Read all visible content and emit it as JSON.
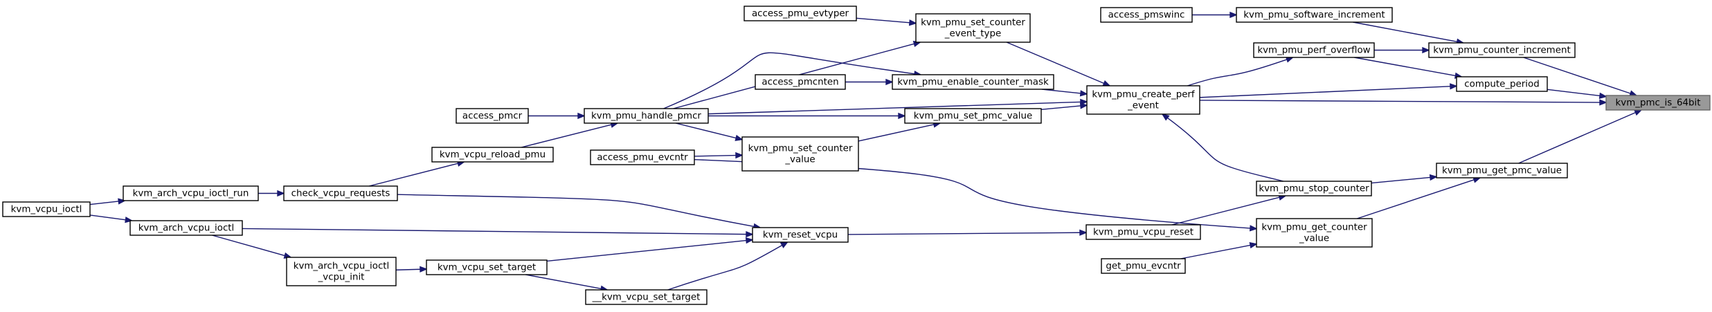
{
  "graph": {
    "kind": "caller-graph",
    "target": "kvm_pmc_is_64bit",
    "nodes": {
      "kvm_pmc_is_64bit": [
        "kvm_pmc_is_64bit"
      ],
      "kvm_pmu_counter_increment": [
        "kvm_pmu_counter_increment"
      ],
      "compute_period": [
        "compute_period"
      ],
      "kvm_pmu_create_perf_event": [
        "kvm_pmu_create_perf",
        "_event"
      ],
      "kvm_pmu_get_pmc_value": [
        "kvm_pmu_get_pmc_value"
      ],
      "kvm_pmu_software_increment": [
        "kvm_pmu_software_increment"
      ],
      "kvm_pmu_perf_overflow": [
        "kvm_pmu_perf_overflow"
      ],
      "access_pmswinc": [
        "access_pmswinc"
      ],
      "kvm_pmu_set_counter_event_type": [
        "kvm_pmu_set_counter",
        "_event_type"
      ],
      "kvm_pmu_enable_counter_mask": [
        "kvm_pmu_enable_counter_mask"
      ],
      "kvm_pmu_set_pmc_value": [
        "kvm_pmu_set_pmc_value"
      ],
      "kvm_pmu_stop_counter": [
        "kvm_pmu_stop_counter"
      ],
      "access_pmu_evtyper": [
        "access_pmu_evtyper"
      ],
      "access_pmcnten": [
        "access_pmcnten"
      ],
      "kvm_pmu_handle_pmcr": [
        "kvm_pmu_handle_pmcr"
      ],
      "kvm_pmu_set_counter_value": [
        "kvm_pmu_set_counter",
        "_value"
      ],
      "access_pmcr": [
        "access_pmcr"
      ],
      "kvm_vcpu_reload_pmu": [
        "kvm_vcpu_reload_pmu"
      ],
      "check_vcpu_requests": [
        "check_vcpu_requests"
      ],
      "kvm_arch_vcpu_ioctl_run": [
        "kvm_arch_vcpu_ioctl_run"
      ],
      "kvm_vcpu_ioctl": [
        "kvm_vcpu_ioctl"
      ],
      "access_pmu_evcntr": [
        "access_pmu_evcntr"
      ],
      "kvm_pmu_get_counter_value": [
        "kvm_pmu_get_counter",
        "_value"
      ],
      "kvm_pmu_vcpu_reset": [
        "kvm_pmu_vcpu_reset"
      ],
      "get_pmu_evcntr": [
        "get_pmu_evcntr"
      ],
      "kvm_reset_vcpu": [
        "kvm_reset_vcpu"
      ],
      "kvm_arch_vcpu_ioctl": [
        "kvm_arch_vcpu_ioctl"
      ],
      "kvm_vcpu_set_target": [
        "kvm_vcpu_set_target"
      ],
      "__kvm_vcpu_set_target": [
        "__kvm_vcpu_set_target"
      ],
      "kvm_arch_vcpu_ioctl_vcpu_init": [
        "kvm_arch_vcpu_ioctl",
        "_vcpu_init"
      ]
    },
    "edges": [
      [
        "kvm_pmu_counter_increment",
        "kvm_pmc_is_64bit"
      ],
      [
        "compute_period",
        "kvm_pmc_is_64bit"
      ],
      [
        "kvm_pmu_create_perf_event",
        "kvm_pmc_is_64bit"
      ],
      [
        "kvm_pmu_get_pmc_value",
        "kvm_pmc_is_64bit"
      ],
      [
        "kvm_pmu_software_increment",
        "kvm_pmu_counter_increment"
      ],
      [
        "kvm_pmu_perf_overflow",
        "kvm_pmu_counter_increment"
      ],
      [
        "access_pmswinc",
        "kvm_pmu_software_increment"
      ],
      [
        "kvm_pmu_create_perf_event",
        "kvm_pmu_perf_overflow"
      ],
      [
        "kvm_pmu_perf_overflow",
        "compute_period"
      ],
      [
        "kvm_pmu_create_perf_event",
        "compute_period"
      ],
      [
        "kvm_pmu_set_counter_event_type",
        "kvm_pmu_create_perf_event"
      ],
      [
        "kvm_pmu_enable_counter_mask",
        "kvm_pmu_create_perf_event"
      ],
      [
        "kvm_pmu_handle_pmcr",
        "kvm_pmu_create_perf_event"
      ],
      [
        "kvm_pmu_set_pmc_value",
        "kvm_pmu_create_perf_event"
      ],
      [
        "kvm_pmu_stop_counter",
        "kvm_pmu_create_perf_event"
      ],
      [
        "access_pmu_evtyper",
        "kvm_pmu_set_counter_event_type"
      ],
      [
        "kvm_pmu_handle_pmcr",
        "kvm_pmu_set_counter_event_type"
      ],
      [
        "access_pmcnten",
        "kvm_pmu_enable_counter_mask"
      ],
      [
        "kvm_pmu_handle_pmcr",
        "kvm_pmu_enable_counter_mask"
      ],
      [
        "access_pmcr",
        "kvm_pmu_handle_pmcr"
      ],
      [
        "kvm_vcpu_reload_pmu",
        "kvm_pmu_handle_pmcr"
      ],
      [
        "check_vcpu_requests",
        "kvm_vcpu_reload_pmu"
      ],
      [
        "kvm_arch_vcpu_ioctl_run",
        "check_vcpu_requests"
      ],
      [
        "kvm_vcpu_ioctl",
        "kvm_arch_vcpu_ioctl_run"
      ],
      [
        "kvm_pmu_handle_pmcr",
        "kvm_pmu_set_pmc_value"
      ],
      [
        "kvm_pmu_set_counter_value",
        "kvm_pmu_set_pmc_value"
      ],
      [
        "access_pmu_evcntr",
        "kvm_pmu_set_counter_value"
      ],
      [
        "kvm_pmu_handle_pmcr",
        "kvm_pmu_set_counter_value"
      ],
      [
        "kvm_pmu_stop_counter",
        "kvm_pmu_get_pmc_value"
      ],
      [
        "kvm_pmu_get_counter_value",
        "kvm_pmu_get_pmc_value"
      ],
      [
        "kvm_pmu_vcpu_reset",
        "kvm_pmu_stop_counter"
      ],
      [
        "access_pmu_evcntr",
        "kvm_pmu_get_counter_value"
      ],
      [
        "get_pmu_evcntr",
        "kvm_pmu_get_counter_value"
      ],
      [
        "kvm_reset_vcpu",
        "kvm_pmu_vcpu_reset"
      ],
      [
        "check_vcpu_requests",
        "kvm_reset_vcpu"
      ],
      [
        "kvm_arch_vcpu_ioctl",
        "kvm_reset_vcpu"
      ],
      [
        "kvm_vcpu_set_target",
        "kvm_reset_vcpu"
      ],
      [
        "__kvm_vcpu_set_target",
        "kvm_reset_vcpu"
      ],
      [
        "kvm_vcpu_ioctl",
        "kvm_arch_vcpu_ioctl"
      ],
      [
        "kvm_arch_vcpu_ioctl_vcpu_init",
        "kvm_vcpu_set_target"
      ],
      [
        "kvm_vcpu_set_target",
        "__kvm_vcpu_set_target"
      ],
      [
        "kvm_arch_vcpu_ioctl",
        "kvm_arch_vcpu_ioctl_vcpu_init"
      ]
    ],
    "colors": {
      "edge": "#191970",
      "node_border": "#000000",
      "node_fill": "#ffffff",
      "target_fill": "#999999",
      "target_border": "#666666"
    }
  }
}
